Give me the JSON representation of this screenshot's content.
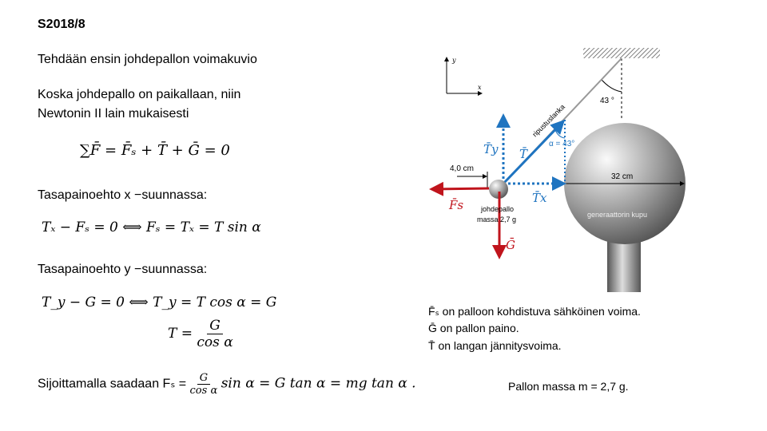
{
  "title": "S2018/8",
  "intro": "Tehdään ensin johdepallon voimakuvio",
  "reason_line1": "Koska johdepallo on paikallaan, niin",
  "reason_line2": "Newtonin II lain mukaisesti",
  "eq_sum": "∑F̄ = F̄ₛ + T̄ + Ḡ = 0",
  "cond_x": "Tasapainoehto x −suunnassa:",
  "eq_x": "Tₓ − Fₛ = 0   ⟺   Fₛ = Tₓ = T sin α",
  "cond_y": "Tasapainoehto y −suunnassa:",
  "eq_y": "T_y − G = 0   ⟺   T_y = T cos α = G",
  "eq_T_lhs": "T =",
  "eq_T_num": "G",
  "eq_T_den": "cos α",
  "subst_prefix": "Sijoittamalla saadaan Fₛ =",
  "subst_num": "G",
  "subst_den": "cos α",
  "subst_suffix": "sin α = G tan α = mg tan α .",
  "legend": [
    "F̄ₛ on palloon kohdistuva sähköinen voima.",
    "Ḡ on pallon paino.",
    "T̄ on langan jännitysvoima."
  ],
  "mass_note": "Pallon massa m = 2,7 g.",
  "diagram": {
    "axis_x": "x",
    "axis_y": "y",
    "angle_top": "43 °",
    "string_label": "ripustuslanka",
    "alpha": "α = 43°",
    "T": "T̄",
    "Ty": "T̄y",
    "Tx": "T̄x",
    "Fs": "F̄s",
    "G": "Ḡ",
    "dist": "4,0 cm",
    "diameter": "32 cm",
    "dome": "generaattorin kupu",
    "ball_l1": "johdepallo",
    "ball_l2": "massa 2,7 g",
    "colors": {
      "blue": "#1f74c0",
      "red": "#c0141c"
    }
  }
}
